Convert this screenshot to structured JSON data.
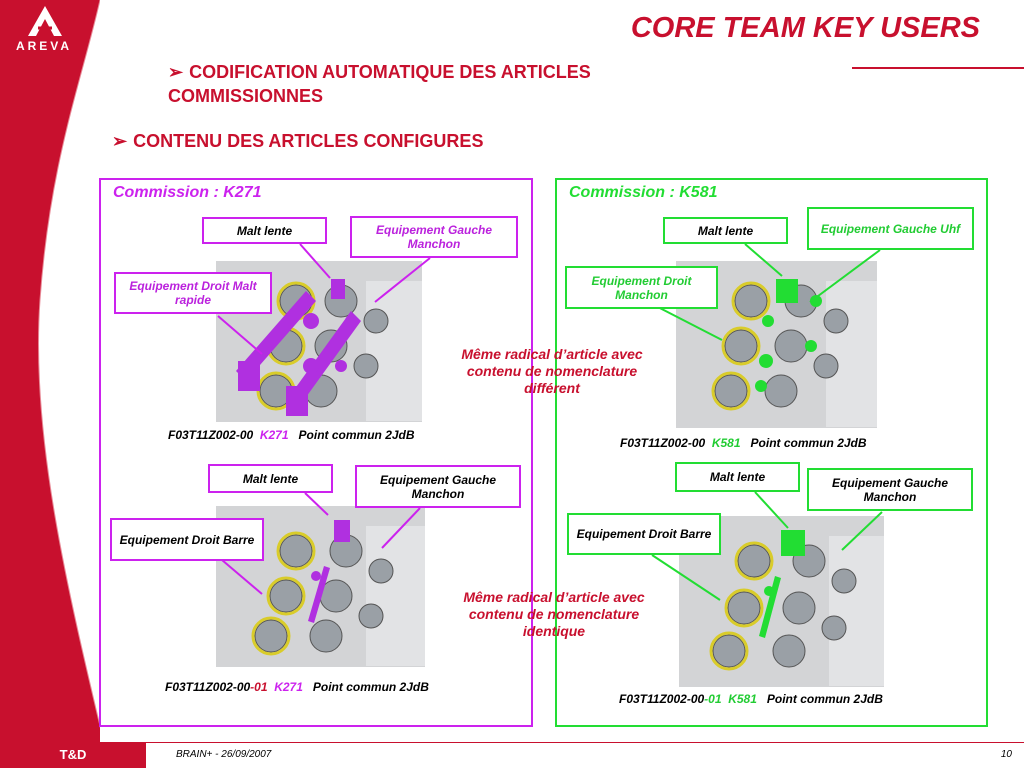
{
  "header": {
    "brand": "AREVA",
    "title": "CORE TEAM KEY USERS",
    "bullets": [
      "CODIFICATION AUTOMATIQUE DES ARTICLES COMMISSIONNES",
      "CONTENU DES ARTICLES CONFIGURES"
    ]
  },
  "left_panel": {
    "title": "Commission : K271",
    "top": {
      "malt_lente": "Malt lente",
      "equip_gauche": "Equipement Gauche Manchon",
      "equip_droit": "Equipement Droit Malt rapide",
      "caption_ref": "F03T11Z002-00",
      "caption_code": "K271",
      "caption_point": "Point commun 2JdB"
    },
    "bottom": {
      "malt_lente": "Malt lente",
      "equip_gauche": "Equipement Gauche Manchon",
      "equip_droit": "Equipement Droit Barre",
      "caption_ref": "F03T11Z002-00",
      "caption_suffix": "-01",
      "caption_code": "K271",
      "caption_point": "Point commun 2JdB"
    }
  },
  "right_panel": {
    "title": "Commission : K581",
    "top": {
      "malt_lente": "Malt lente",
      "equip_gauche": "Equipement Gauche Uhf",
      "equip_droit": "Equipement Droit Manchon",
      "caption_ref": "F03T11Z002-00",
      "caption_code": "K581",
      "caption_point": "Point commun 2JdB"
    },
    "bottom": {
      "malt_lente": "Malt lente",
      "equip_gauche": "Equipement Gauche Manchon",
      "equip_droit": "Equipement Droit Barre",
      "caption_ref": "F03T11Z002-00",
      "caption_suffix": "-01",
      "caption_code": "K581",
      "caption_point": "Point commun 2JdB"
    }
  },
  "notes": {
    "different": "Même radical d’article avec contenu de nomenclature différent",
    "identique": "Même radical d’article avec contenu de nomenclature identique"
  },
  "footer": {
    "brand": "T&D",
    "text": "BRAIN+ - 26/09/2007",
    "page": "10"
  },
  "colors": {
    "brand_red": "#c8102e",
    "k271_magenta": "#cc22ee",
    "k581_green": "#22dd33"
  }
}
